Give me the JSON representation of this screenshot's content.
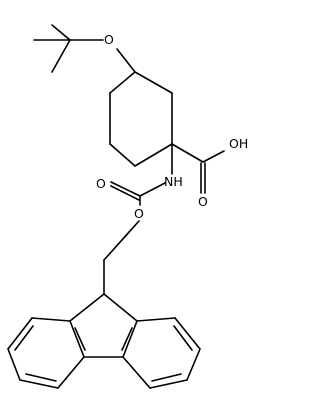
{
  "molecule": {
    "atom_labels": {
      "ether_oxygen": "O",
      "acid_hydroxyl": "OH",
      "acid_carbonyl_oxygen": "O",
      "amine": "NH",
      "carbamate_carbonyl_oxygen": "O",
      "carbamate_ester_oxygen": "O"
    },
    "colors": {
      "bond": "#000000",
      "label": "#000000",
      "background": "#ffffff"
    }
  }
}
